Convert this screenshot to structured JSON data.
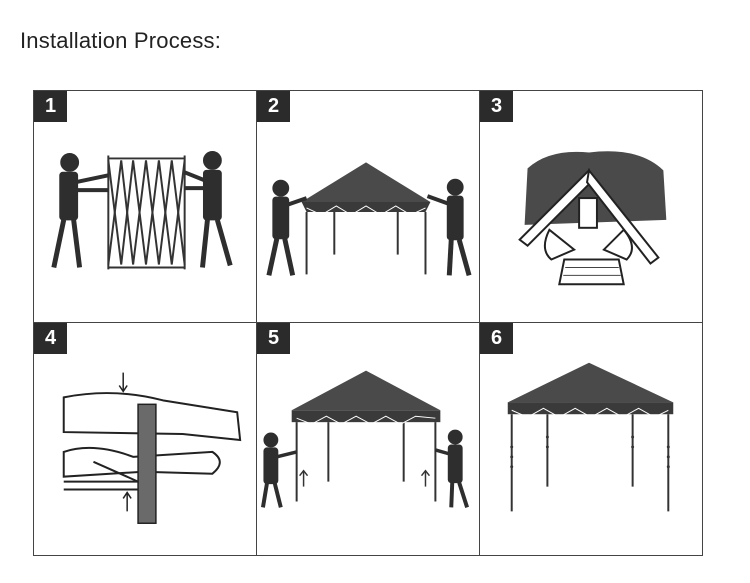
{
  "title": "Installation Process:",
  "steps": [
    {
      "number": "1"
    },
    {
      "number": "2"
    },
    {
      "number": "3"
    },
    {
      "number": "4"
    },
    {
      "number": "5"
    },
    {
      "number": "6"
    }
  ],
  "colors": {
    "canopy": "#4a4a4a",
    "figure": "#2e2e2e",
    "badge": "#2b2b2b",
    "border": "#444444"
  }
}
